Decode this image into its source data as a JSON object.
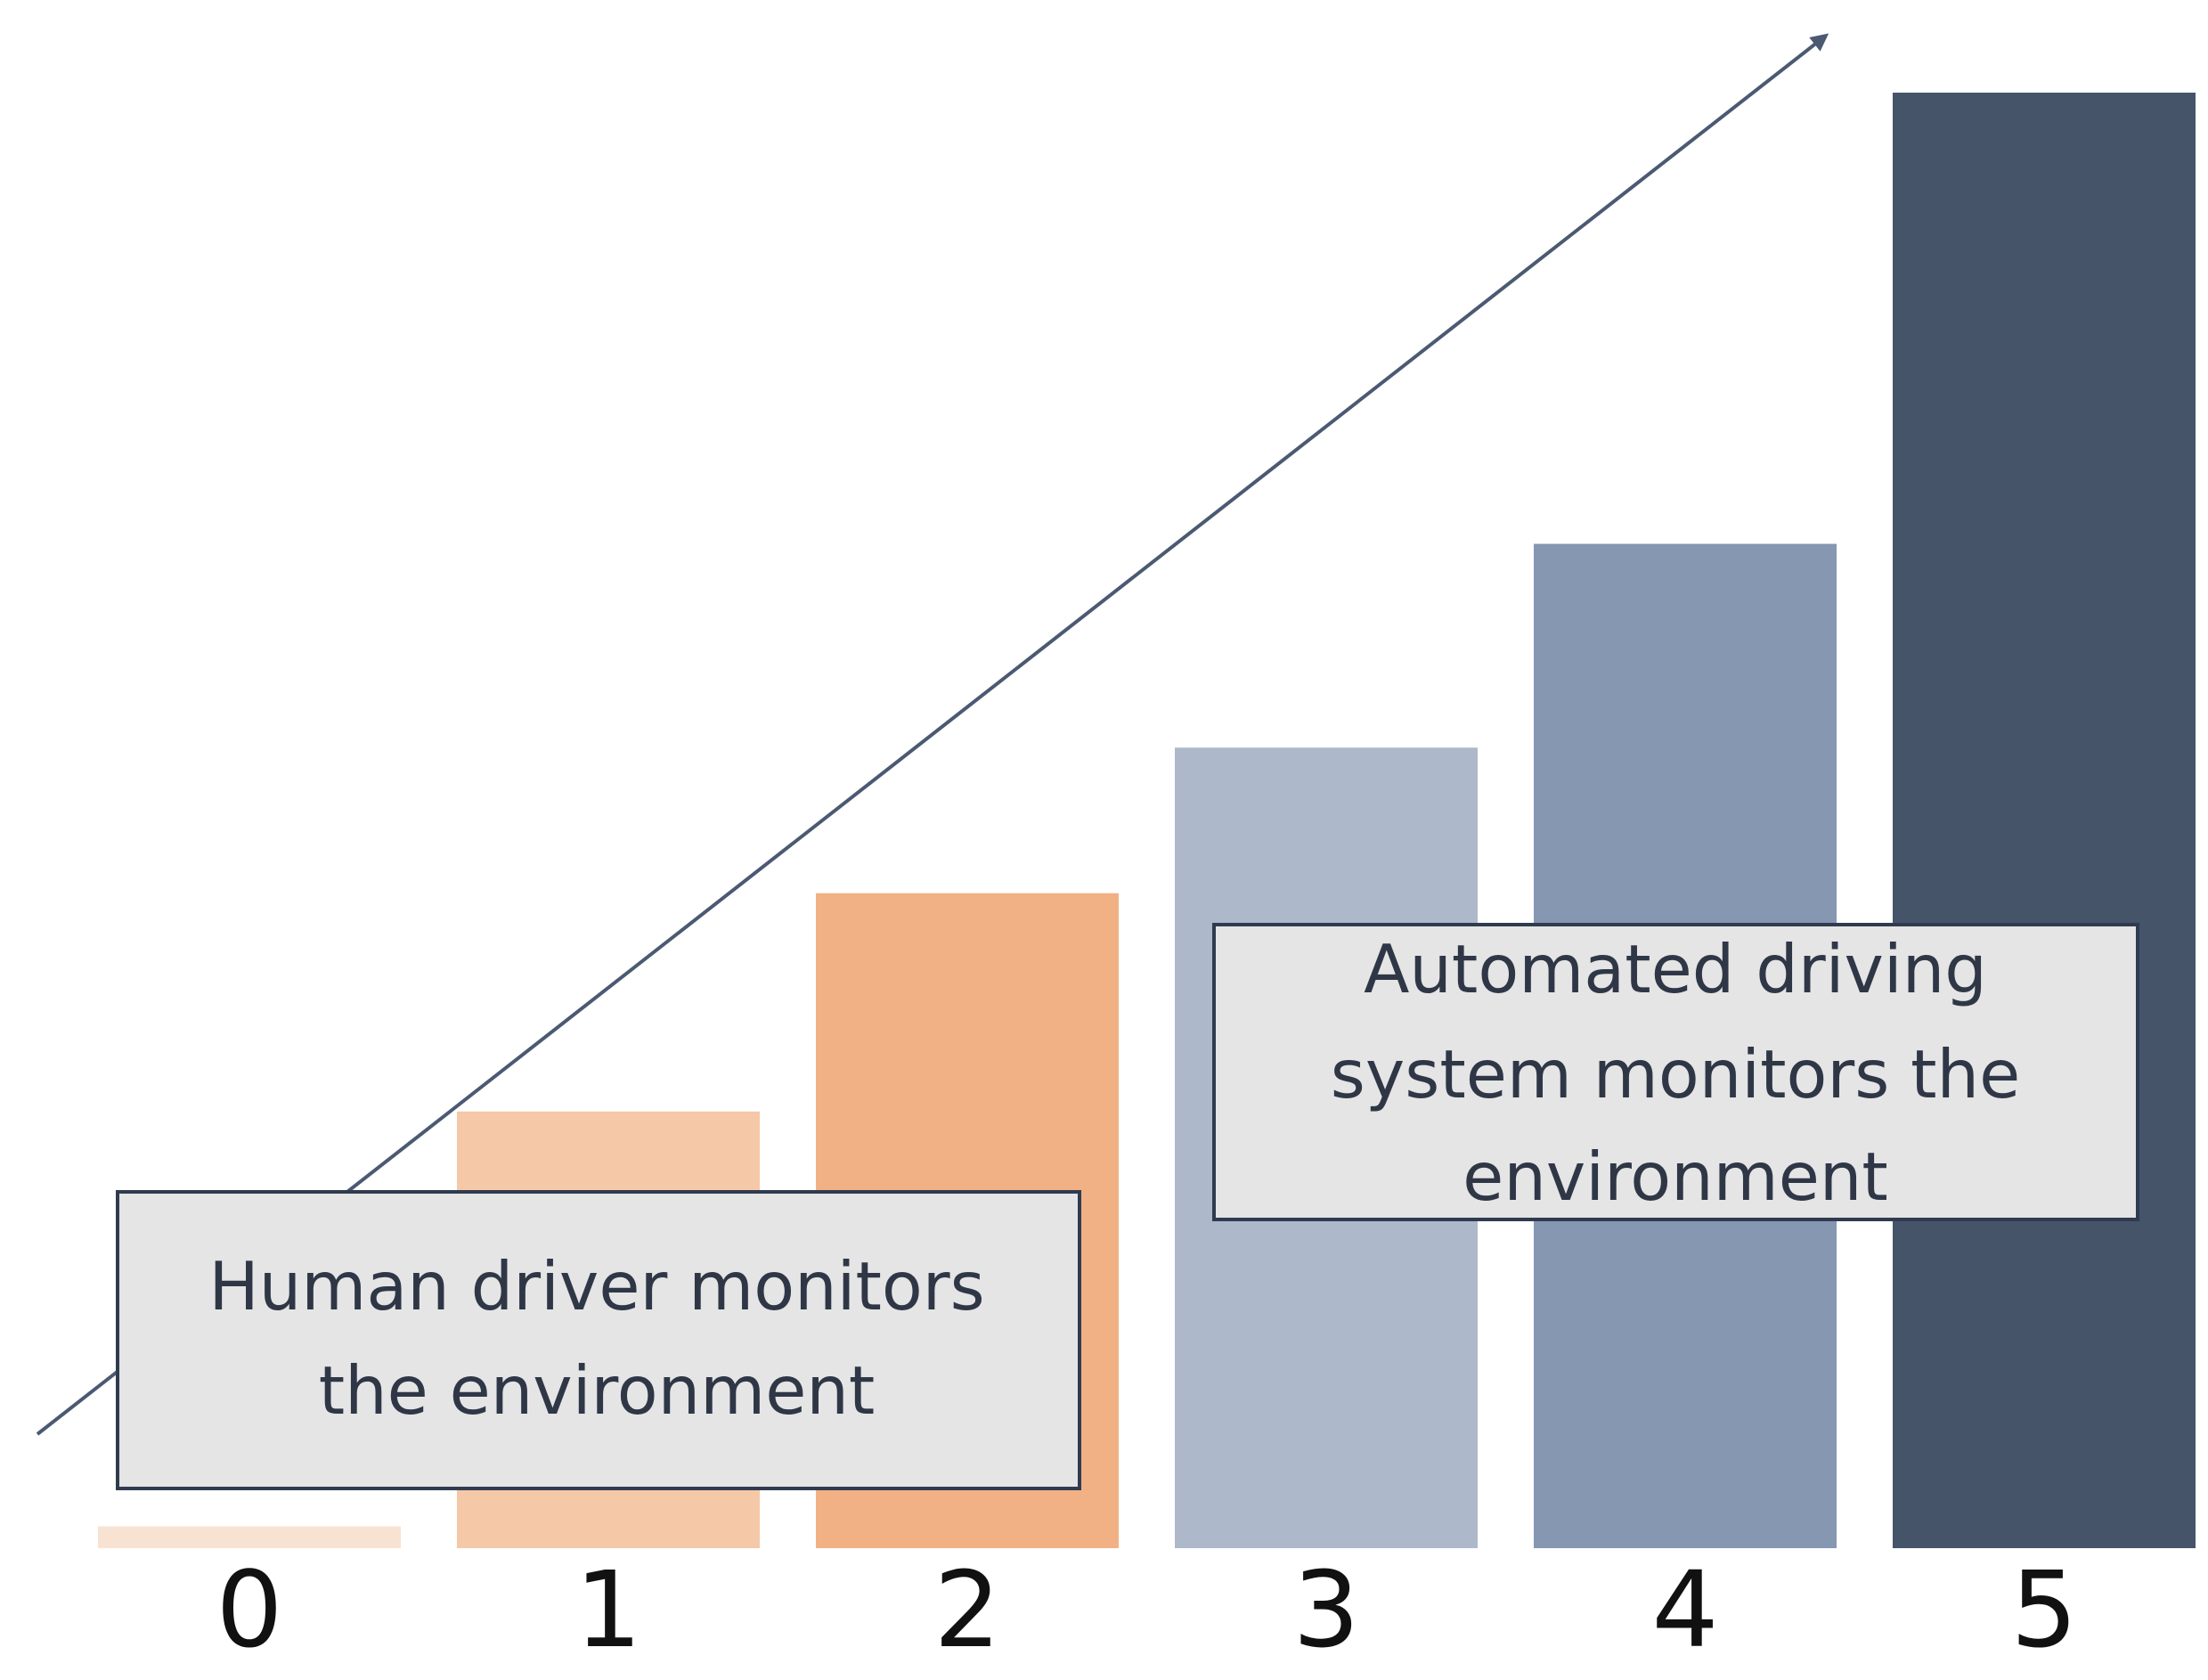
{
  "chart_data": {
    "type": "bar",
    "categories": [
      "0",
      "1",
      "2",
      "3",
      "4",
      "5"
    ],
    "values": [
      0.15,
      3,
      4.5,
      5.5,
      6.9,
      10
    ],
    "ylim": [
      0,
      10
    ],
    "colors": [
      "#f8e3d2",
      "#f5c8a8",
      "#f1b185",
      "#adb8ca",
      "#8597b1",
      "#455469"
    ],
    "grid": false,
    "legend": "none",
    "annotations": [
      {
        "name": "human-driver-annotation",
        "lines": [
          "Human driver monitors",
          "the environment"
        ]
      },
      {
        "name": "automated-driving-annotation",
        "lines": [
          "Automated driving",
          "system monitors the",
          "environment"
        ]
      }
    ],
    "arrow_color": "#4b5a72"
  }
}
